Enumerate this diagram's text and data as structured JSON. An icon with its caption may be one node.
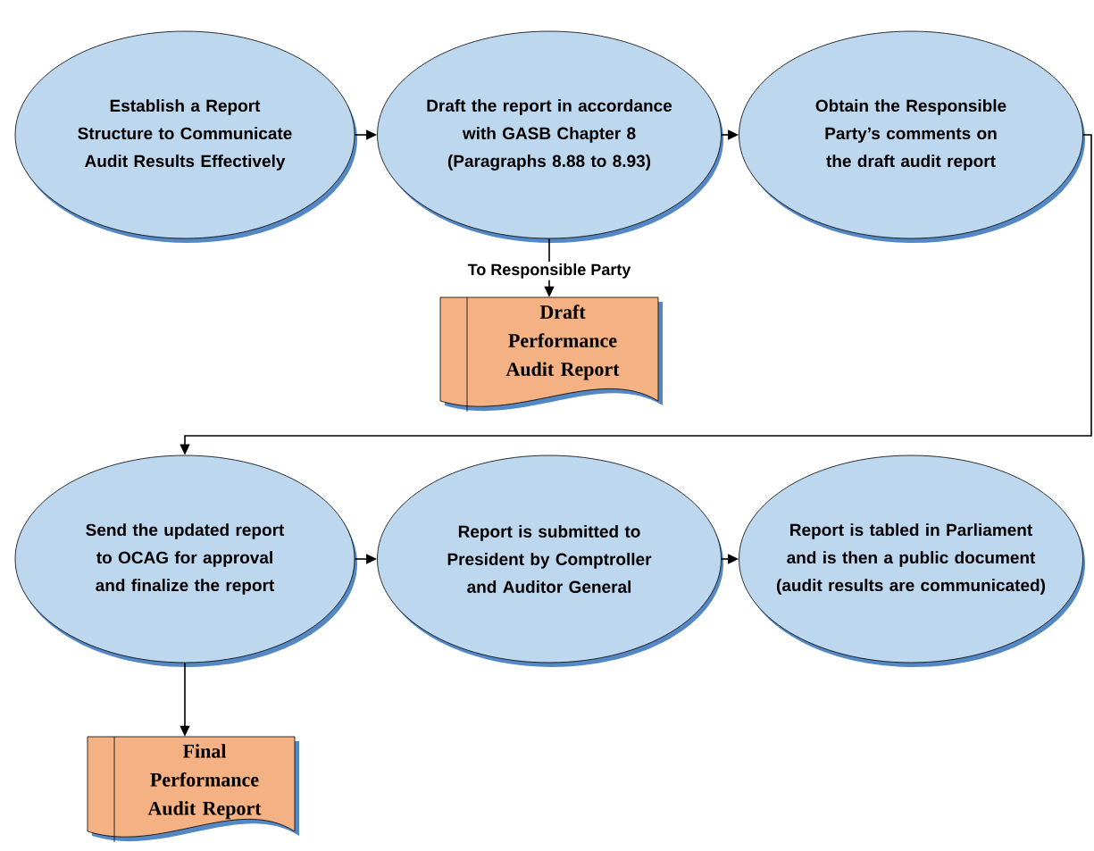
{
  "diagram": {
    "nodes": [
      {
        "text": [
          "Establish a Report Structure to Communicate Audit Results Effectively"
        ]
      },
      {
        "text": [
          "Draft the report in accordance with GASB Chapter 8 (Paragraphs 8.88 to 8.93)"
        ]
      },
      {
        "text": [
          "Obtain the Responsible Party’s comments on the draft audit report"
        ]
      },
      {
        "text": [
          "Draft Performance Audit Report"
        ]
      },
      {
        "text": [
          "Send the updated report to OCAG for approval and finalize the report"
        ]
      },
      {
        "text": [
          "Report is submitted to President by Comptroller and Auditor General"
        ]
      },
      {
        "text": [
          "Report is tabled in Parliament and is then a public document (audit results are communicated)"
        ]
      },
      {
        "text": [
          "Final Performance Audit Report"
        ]
      }
    ],
    "edges": [
      {
        "from": 0,
        "to": 1,
        "arrow": "to"
      },
      {
        "from": 1,
        "to": 2,
        "arrow": "to"
      },
      {
        "from": 1,
        "to": 3,
        "arrow": "to",
        "label": "To Responsible Party"
      },
      {
        "from": 2,
        "to": 4,
        "arrow": "to"
      },
      {
        "from": 4,
        "to": 5,
        "arrow": "to"
      },
      {
        "from": 5,
        "to": 6,
        "arrow": "to"
      },
      {
        "from": 4,
        "to": 7,
        "arrow": "to"
      }
    ]
  }
}
